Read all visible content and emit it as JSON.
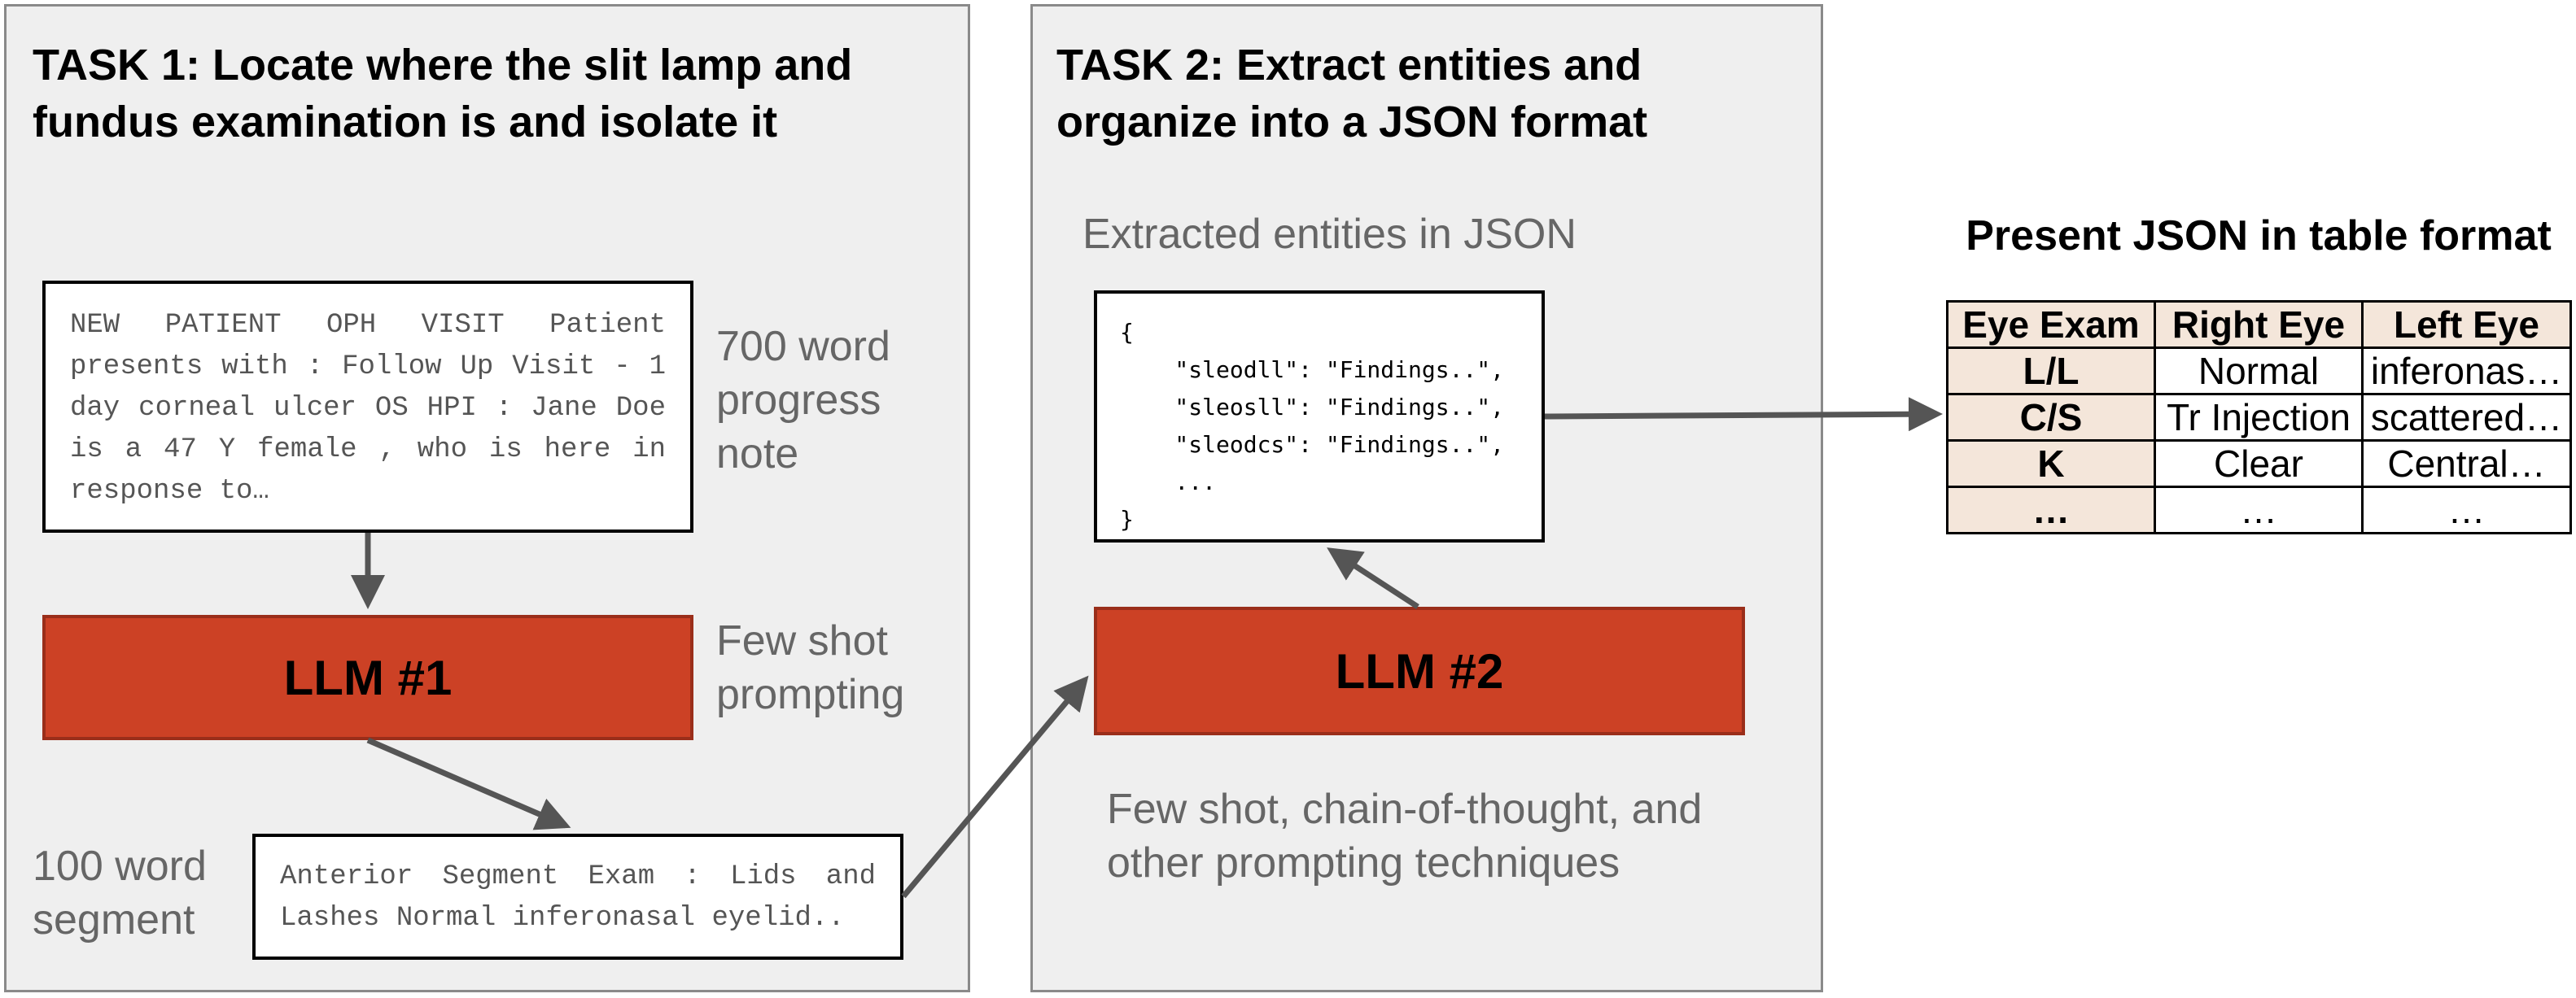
{
  "task1": {
    "title": "TASK 1: Locate where the slit lamp and fundus examination is and isolate it",
    "note_text": "NEW PATIENT OPH VISIT Patient presents with : Follow Up Visit - 1 day corneal ulcer OS HPI : Jane Doe is a 47 Y female , who is here in response to…",
    "note_label": "700 word progress note",
    "llm_label": "LLM #1",
    "llm_side_label": "Few shot prompting",
    "segment_label": "100 word segment",
    "segment_text": "Anterior Segment Exam : Lids and Lashes Normal inferonasal eyelid.."
  },
  "task2": {
    "title": "TASK 2: Extract entities and organize into a JSON format",
    "json_label": "Extracted entities in JSON",
    "json_lines": [
      "{",
      "    \"sleodll\": \"Findings..\",",
      "    \"sleosll\": \"Findings..\",",
      "    \"sleodcs\": \"Findings..\",",
      "    ...",
      "}"
    ],
    "llm_label": "LLM #2",
    "llm_caption": "Few shot, chain-of-thought, and other prompting techniques"
  },
  "table_section": {
    "title": "Present JSON in table format",
    "headers": [
      "Eye Exam",
      "Right Eye",
      "Left Eye"
    ],
    "rows": [
      [
        "L/L",
        "Normal",
        "inferonas…"
      ],
      [
        "C/S",
        "Tr Injection",
        "scattered…"
      ],
      [
        "K",
        "Clear",
        "Central…"
      ],
      [
        "…",
        "…",
        "…"
      ]
    ]
  },
  "colors": {
    "panel_bg": "#efefef",
    "llm_fill": "#cc4125",
    "table_header_bg": "#f4e6da",
    "arrow": "#555555"
  }
}
